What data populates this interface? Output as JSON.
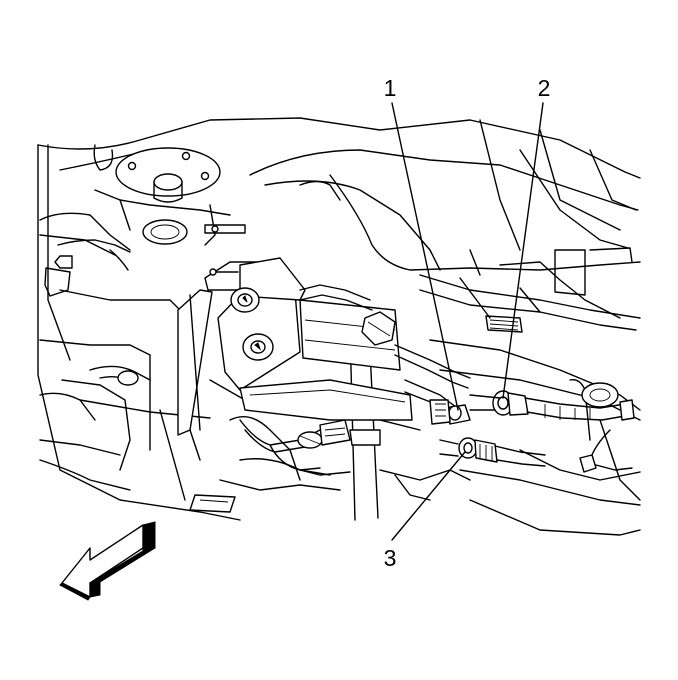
{
  "callouts": [
    {
      "id": "1",
      "label": "1"
    },
    {
      "id": "2",
      "label": "2"
    },
    {
      "id": "3",
      "label": "3"
    }
  ],
  "arrow": {
    "icon": "front-direction-arrow-icon"
  }
}
